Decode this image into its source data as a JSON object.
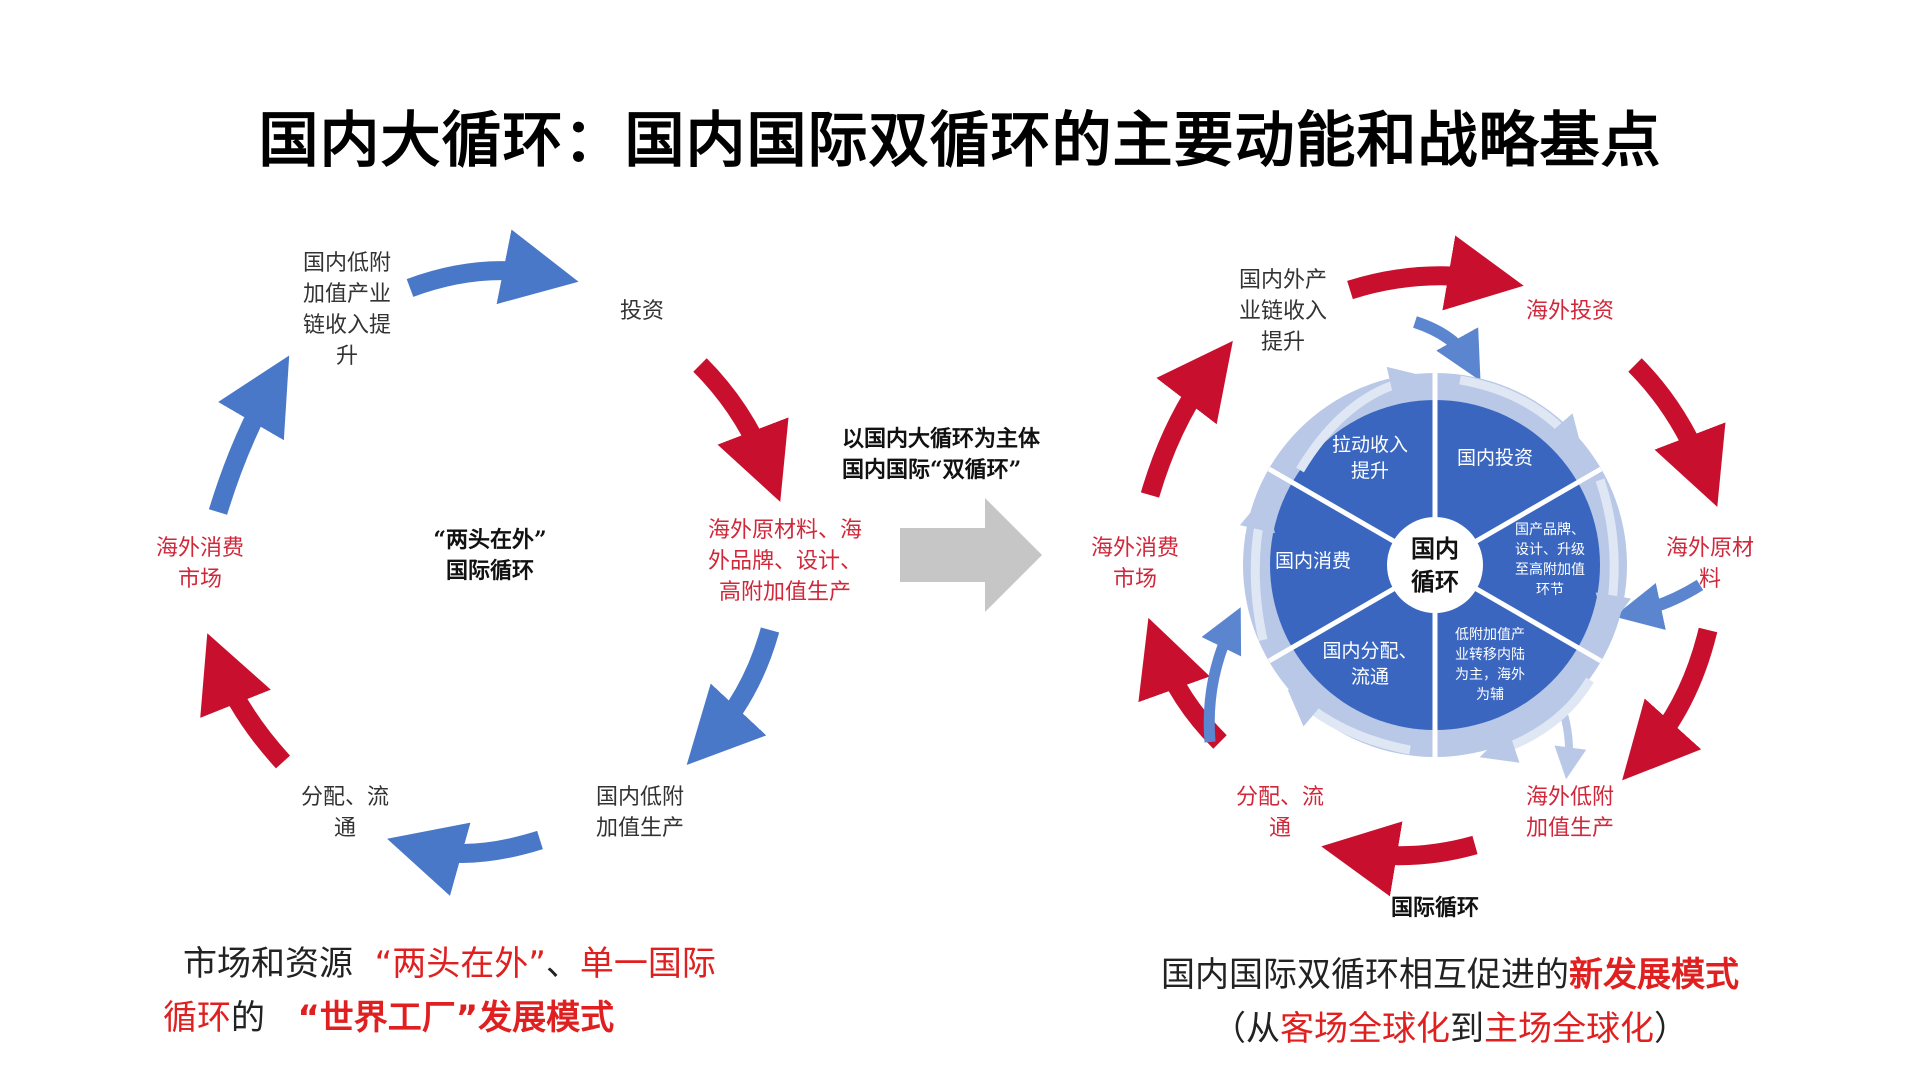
{
  "title": "国内大循环：国内国际双循环的主要动能和战略基点",
  "left_diagram": {
    "center": [
      "“两头在外”",
      "国际循环"
    ],
    "nodes": {
      "top_left": [
        "国内低附",
        "加值产业",
        "链收入提",
        "升"
      ],
      "top_right": "投资",
      "right": [
        "海外原材料、海",
        "外品牌、设计、",
        "高附加值生产"
      ],
      "bottom_right": [
        "国内低附",
        "加值生产"
      ],
      "bottom_left": [
        "分配、流",
        "通"
      ],
      "left": [
        "海外消费",
        "市场"
      ]
    }
  },
  "transition": {
    "text": [
      "以国内大循环为主体",
      "国内国际“双循环”"
    ]
  },
  "right_diagram": {
    "hub": [
      "国内",
      "循环"
    ],
    "wheel_segments": {
      "top_left": [
        "拉动收入",
        "提升"
      ],
      "top_right": "国内投资",
      "right": [
        "国产品牌、",
        "设计、升级",
        "至高附加值",
        "环节"
      ],
      "bottom_right": [
        "低附加值产",
        "业转移内陆",
        "为主，海外",
        "为辅"
      ],
      "bottom_left": [
        "国内分配、",
        "流通"
      ],
      "left": "国内消费"
    },
    "outer_nodes": {
      "top_left": [
        "国内外产",
        "业链收入",
        "提升"
      ],
      "top_right": "海外投资",
      "right": [
        "海外原材",
        "料"
      ],
      "bottom_right": [
        "海外低附",
        "加值生产"
      ],
      "bottom_left": [
        "分配、流",
        "通"
      ],
      "left": [
        "海外消费",
        "市场"
      ]
    },
    "bottom_label": "国际循环"
  },
  "captions": {
    "left": {
      "line1_a": "市场和资源",
      "line1_b": "“两头在外”",
      "line1_c": "、",
      "line1_d": "单一国际",
      "line2_a": "循环",
      "line2_b": "的",
      "line2_c": "“世界工厂”发展模式"
    },
    "right": {
      "line1_a": "国内国际双循环相互促进的",
      "line1_b": "新发展模式",
      "line2_a": "（从",
      "line2_b": "客场全球化",
      "line2_c": "到",
      "line2_d": "主场全球化",
      "line2_e": "）"
    }
  },
  "colors": {
    "blue_arrow": "#4a78c8",
    "red_arrow": "#c8102e",
    "wheel_blue": "#3a66c0",
    "wheel_ring": "#b8c8e6",
    "gray_arrow": "#c6c6c6",
    "text_red": "#d0283a",
    "caption_red": "#e02020"
  }
}
